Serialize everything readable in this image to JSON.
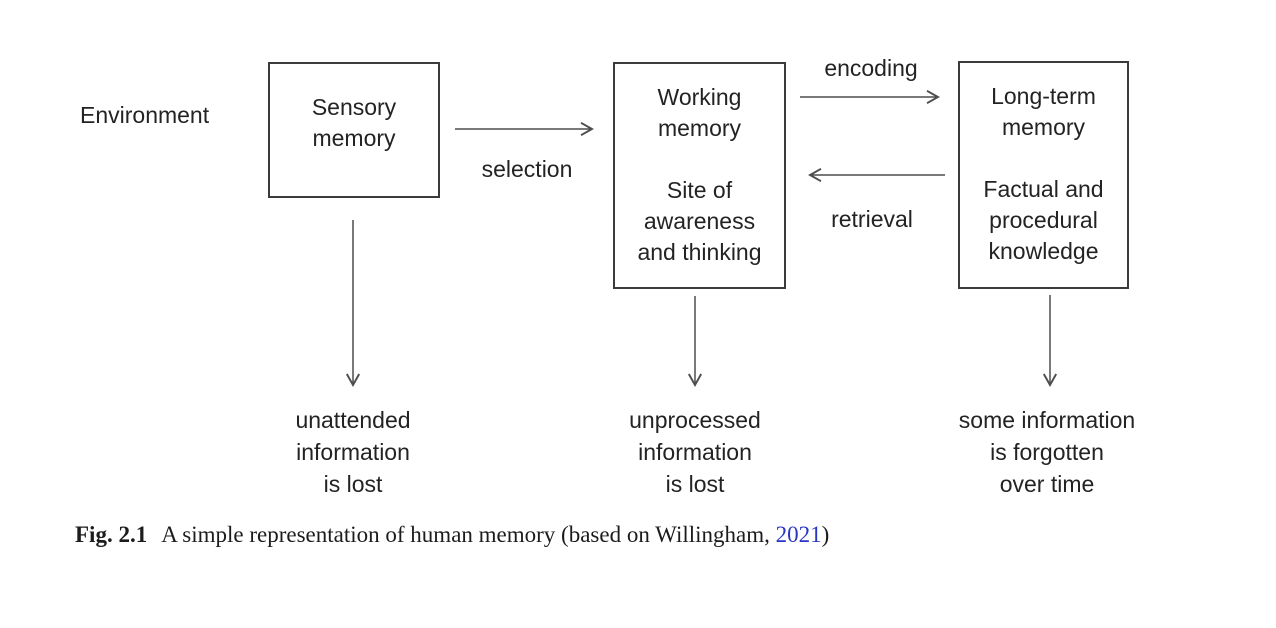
{
  "figure": {
    "environment_label": "Environment",
    "boxes": [
      {
        "id": "sensory",
        "title": "Sensory\nmemory",
        "subtitle": ""
      },
      {
        "id": "working",
        "title": "Working\nmemory",
        "subtitle": "Site of\nawareness\nand thinking"
      },
      {
        "id": "long_term",
        "title": "Long-term\nmemory",
        "subtitle": "Factual and\nprocedural\nknowledge"
      }
    ],
    "arrows": [
      {
        "label": "selection",
        "from": "sensory",
        "to": "working",
        "direction": "right"
      },
      {
        "label": "encoding",
        "from": "working",
        "to": "long_term",
        "direction": "right"
      },
      {
        "label": "retrieval",
        "from": "long_term",
        "to": "working",
        "direction": "left"
      }
    ],
    "outcomes": [
      {
        "source": "sensory",
        "text": "unattended\ninformation\nis lost"
      },
      {
        "source": "working",
        "text": "unprocessed\ninformation\nis lost"
      },
      {
        "source": "long_term",
        "text": "some information\nis forgotten\nover time"
      }
    ]
  },
  "caption": {
    "label": "Fig. 2.1",
    "text": "A simple representation of human memory (based on Willingham, ",
    "citation_year": "2021",
    "suffix": ")"
  },
  "colors": {
    "background": "#ffffff",
    "text": "#232323",
    "box_border": "#3b3b3b",
    "arrow_line": "#4d4d4d",
    "citation_link": "#2936c5"
  }
}
